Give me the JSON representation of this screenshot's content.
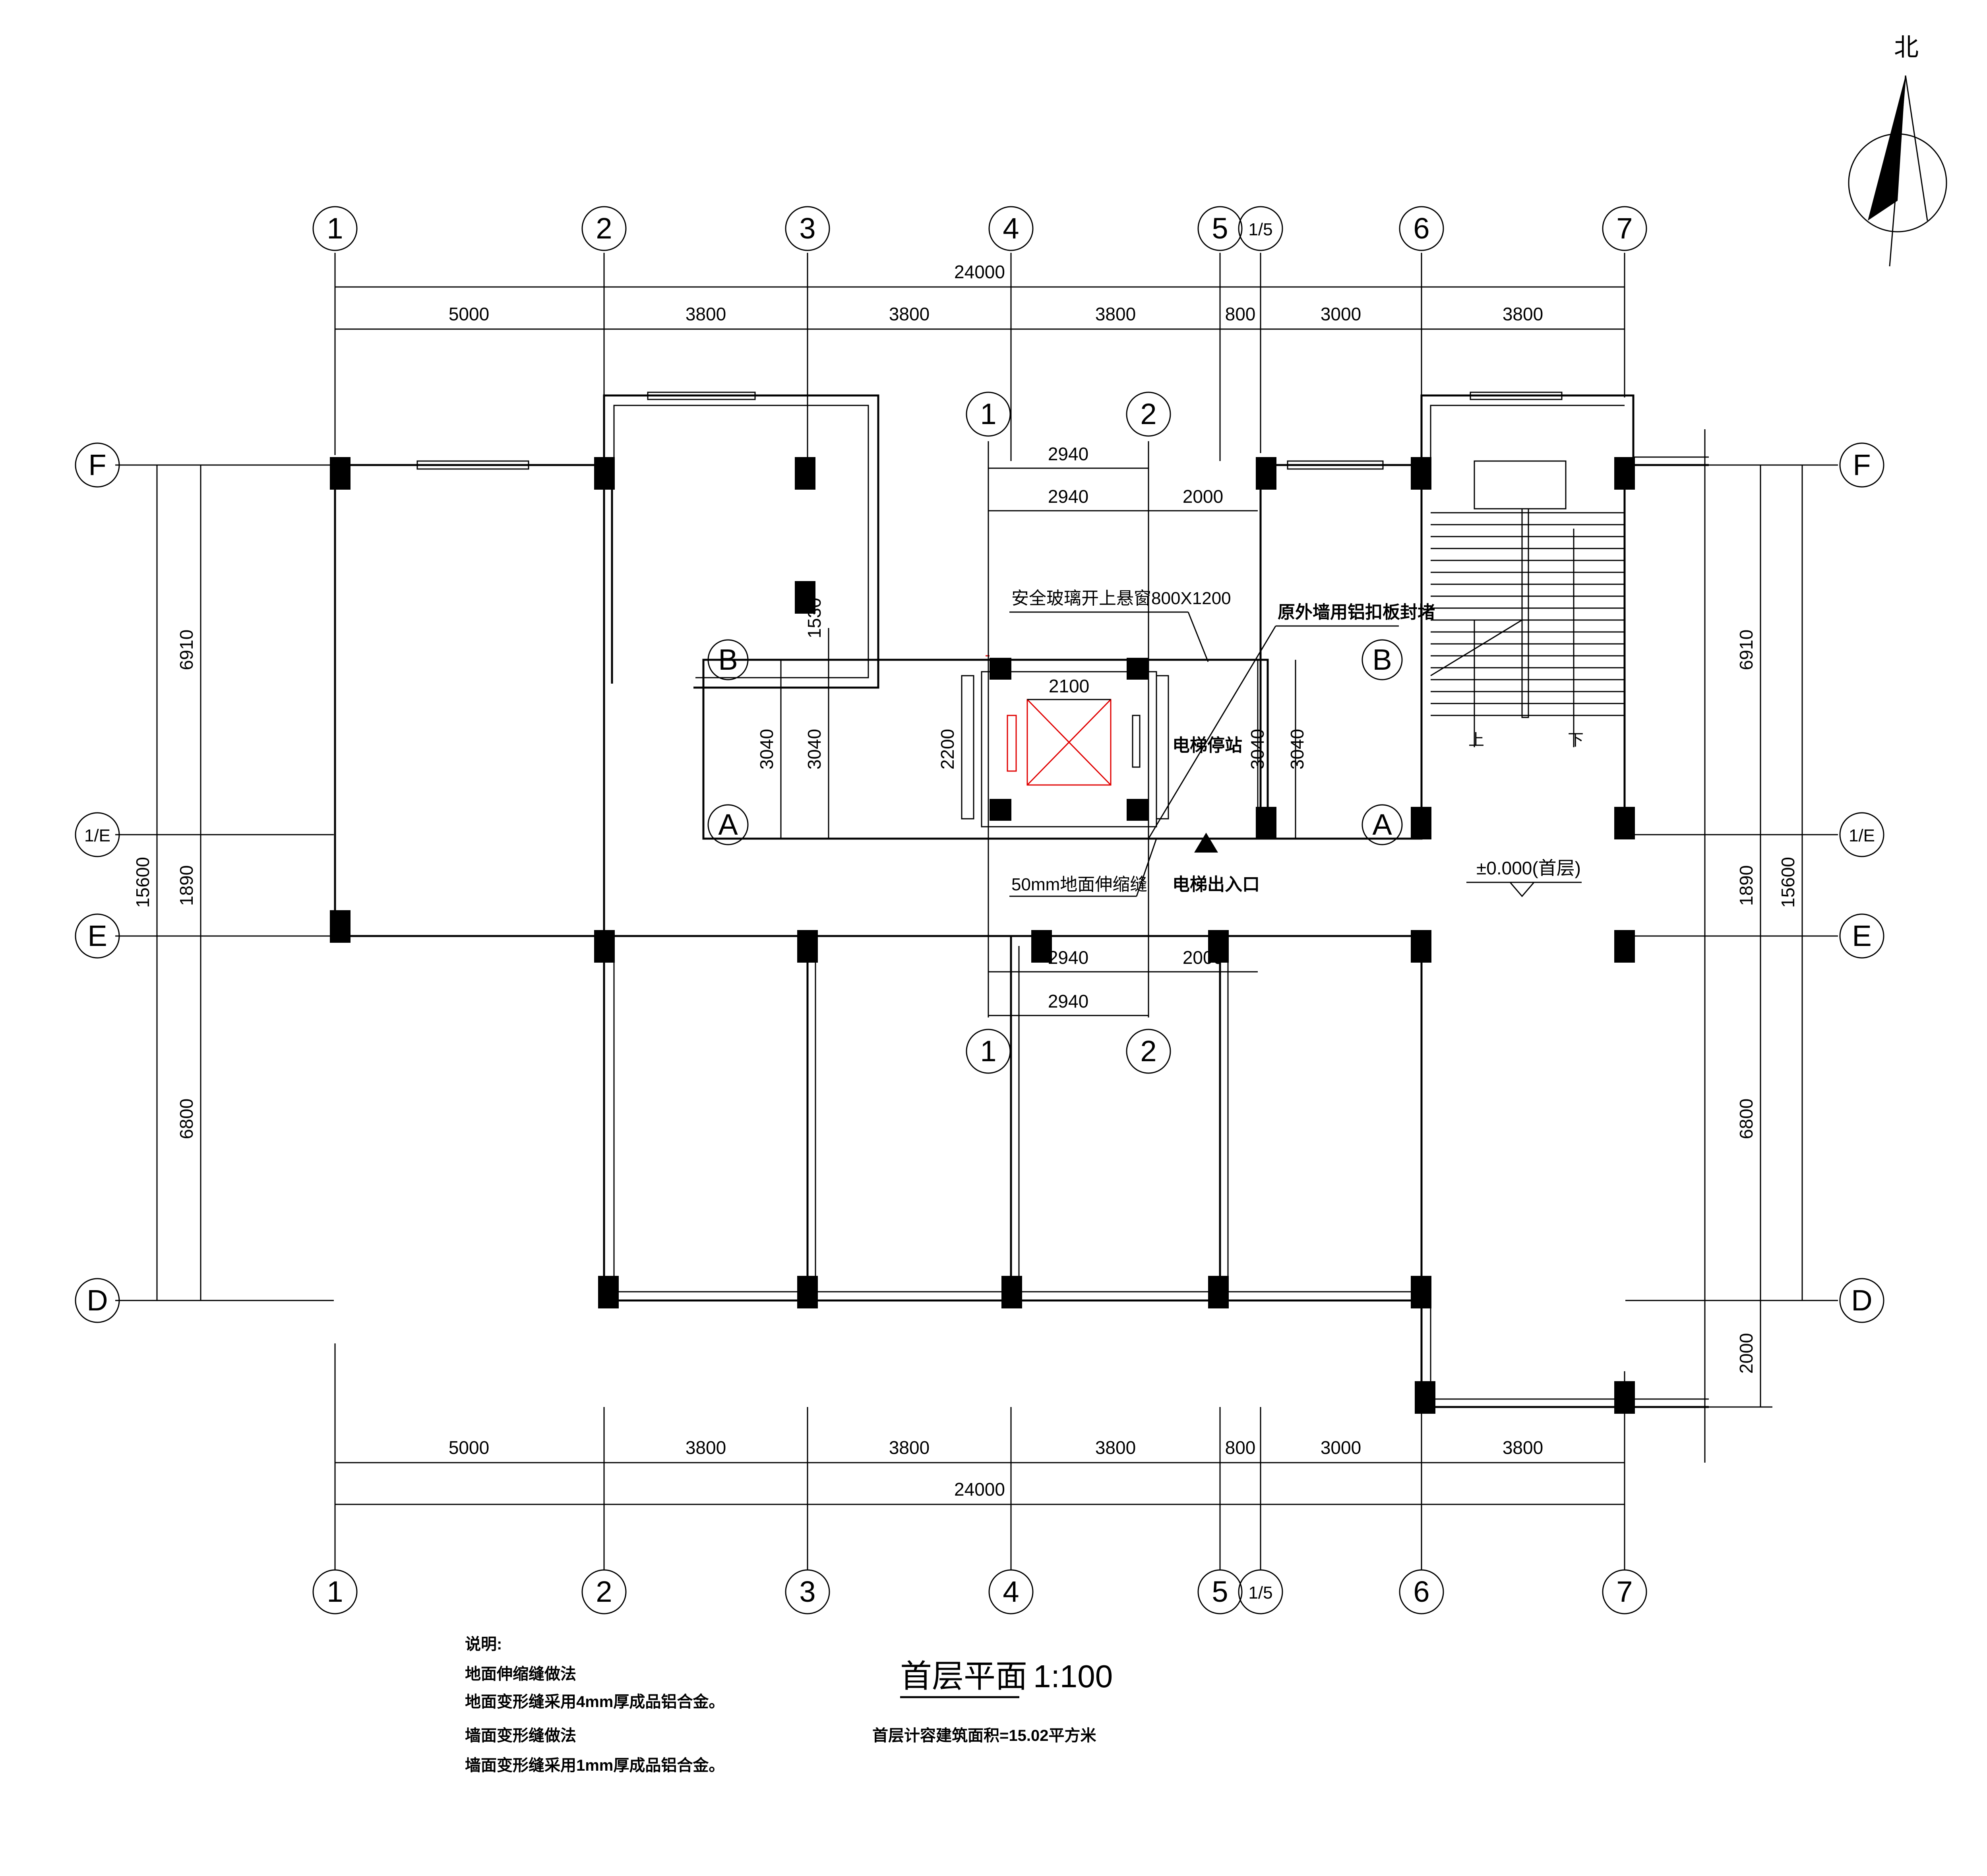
{
  "drawing": {
    "title": "首层平面",
    "scale": "1:100",
    "area_note": "首层计容建筑面积=15.02平方米",
    "north": "北",
    "elevation": "±0.000(首层)"
  },
  "axes": {
    "columns": [
      "1",
      "2",
      "3",
      "4",
      "5",
      "1/5",
      "6",
      "7"
    ],
    "rows": [
      "F",
      "1/E",
      "E",
      "D"
    ],
    "local_columns": [
      "1",
      "2"
    ],
    "local_rows": [
      "B",
      "A"
    ]
  },
  "dimensions": {
    "overall_width": "24000",
    "bays": [
      "5000",
      "3800",
      "3800",
      "3800",
      "800",
      "3000",
      "3800"
    ],
    "overall_depth": "15600",
    "depths_left": [
      "6910",
      "1890",
      "6800"
    ],
    "depths_right": [
      "6910",
      "1890",
      "6800",
      "2000"
    ],
    "lift_w1": "2940",
    "lift_w2": "2940",
    "lift_w3": "2000",
    "lift_w4": "2940",
    "lift_w5": "2000",
    "lift_w6": "2940",
    "shaft_w": "2100",
    "shaft_d": "2200",
    "hall_d": "3040",
    "offset": "1530"
  },
  "annotations": {
    "window": "安全玻璃开上悬窗800X1200",
    "wall_seal": "原外墙用铝扣板封堵",
    "lift_stop": "电梯停站",
    "lift_exit": "电梯出入口",
    "joint": "50mm地面伸缩缝",
    "up": "上",
    "down": "下"
  },
  "notes": {
    "heading": "说明:",
    "line1": "地面伸缩缝做法",
    "line2": "地面变形缝采用4mm厚成品铝合金。",
    "line3": "墙面变形缝做法",
    "line4": "墙面变形缝采用1mm厚成品铝合金。"
  }
}
